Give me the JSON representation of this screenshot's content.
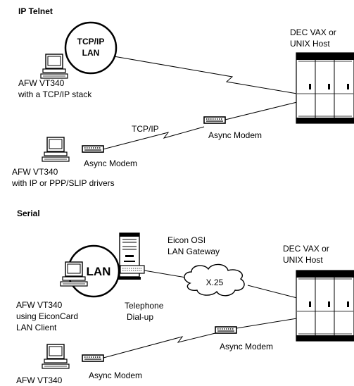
{
  "sections": {
    "ip_telnet": {
      "heading": "IP Telnet",
      "host_line1": "DEC VAX or",
      "host_line2": "UNIX Host",
      "lan_line1": "TCP/IP",
      "lan_line2": "LAN",
      "pc1_line1": "AFW VT340",
      "pc1_line2": "with a TCP/IP stack",
      "link_label": "TCP/IP",
      "modem_right_label": "Async Modem",
      "modem_left_label": "Async Modem",
      "pc2_line1": "AFW VT340",
      "pc2_line2": "with IP or PPP/SLIP drivers"
    },
    "serial": {
      "heading": "Serial",
      "gateway_line1": "Eicon OSI",
      "gateway_line2": "LAN Gateway",
      "host_line1": "DEC VAX or",
      "host_line2": "UNIX Host",
      "lan_label": "LAN",
      "cloud_label": "X.25",
      "pc1_line1": "AFW VT340",
      "pc1_line2": "using EiconCard",
      "pc1_line3": "LAN Client",
      "phone_line1": "Telephone",
      "phone_line2": "Dial-up",
      "modem_right_label": "Async Modem",
      "modem_left_label": "Async Modem",
      "pc2_line1": "AFW VT340"
    }
  }
}
